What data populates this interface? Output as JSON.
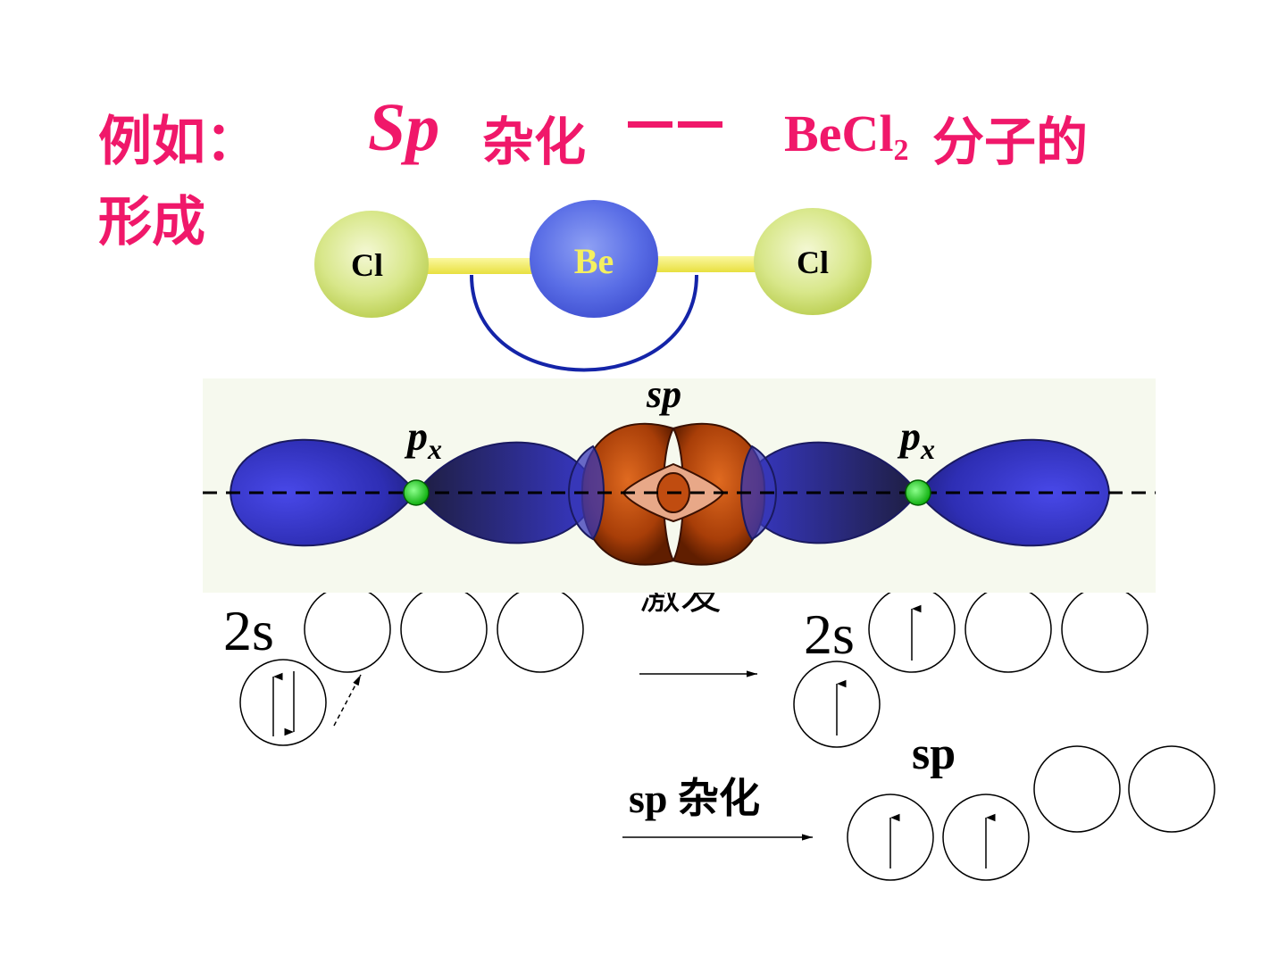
{
  "title": {
    "prefix": "例如：",
    "hybrid_type": "Sp",
    "hybrid_word": "杂化",
    "dash": "——",
    "formula_main": "BeCl",
    "formula_sub": "2",
    "suffix": "分子的",
    "line2": "形成"
  },
  "molecule": {
    "left_atom": "Cl",
    "center_atom": "Be",
    "right_atom": "Cl"
  },
  "orbitals": {
    "center_label": "sp",
    "left_label_main": "p",
    "left_label_sub": "x",
    "right_label_main": "p",
    "right_label_sub": "x"
  },
  "config": {
    "ground_label": "2s",
    "partial_text": "激发",
    "excited_label": "2s",
    "hybrid_arrow_label": "sp 杂化",
    "hybrid_orbital_label": "sp"
  },
  "colors": {
    "title": "#f0186a",
    "cl_atom": "#c9de66",
    "be_atom": "#5a6ee6",
    "bond": "#f4f060",
    "lobe_blue": "#3a3ad0",
    "lobe_orange": "#c85010",
    "panel_bg": "#f6f9ee"
  }
}
